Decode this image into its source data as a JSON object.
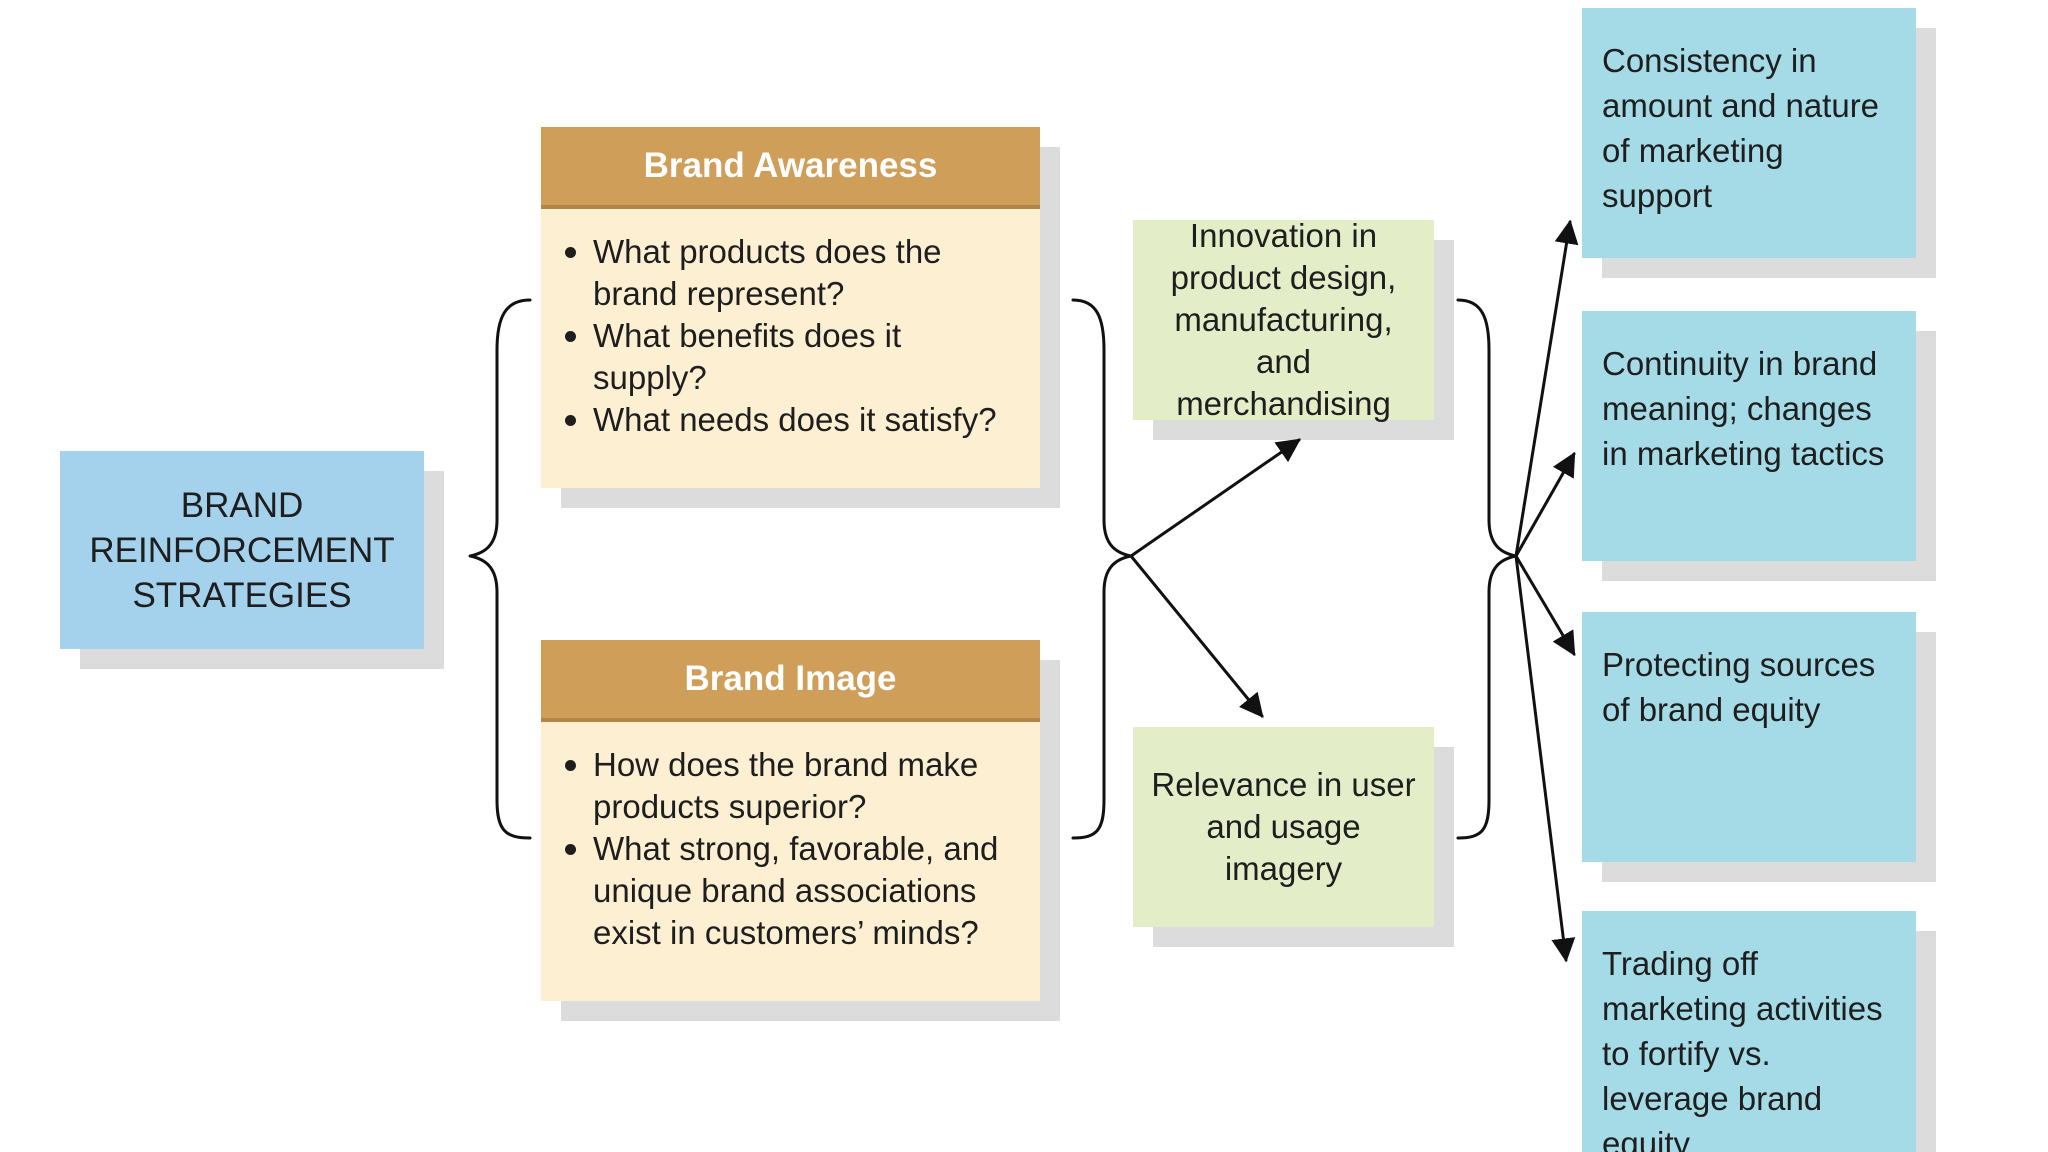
{
  "strategy_box": {
    "lines": [
      "BRAND",
      "REINFORCEMENT",
      "STRATEGIES"
    ]
  },
  "brand_awareness": {
    "title": "Brand Awareness",
    "questions": [
      "What products does the brand represent?",
      "What benefits does it supply?",
      "What needs does it satisfy?"
    ]
  },
  "brand_image": {
    "title": "Brand Image",
    "questions": [
      "How does the brand make products superior?",
      "What strong, favorable, and unique brand associations exist in customers’ minds?"
    ]
  },
  "outcomes": {
    "innovation": "Innovation in product design, manufacturing, and merchandising",
    "relevance": "Relevance in user and usage imagery"
  },
  "tactics": [
    "Consistency in amount and nature of marketing support",
    "Continuity in brand meaning; changes in marketing tactics",
    "Protecting sources of brand equity",
    "Trading off marketing activities to fortify vs. leverage brand equity"
  ],
  "colors": {
    "strategy_fill": "#a4d2ec",
    "panel_header": "#cf9f5a",
    "panel_body": "#fdefd2",
    "outcome_fill": "#e3edc8",
    "tactic_fill": "#a5dbe6",
    "shadow": "#dcdcdc"
  }
}
